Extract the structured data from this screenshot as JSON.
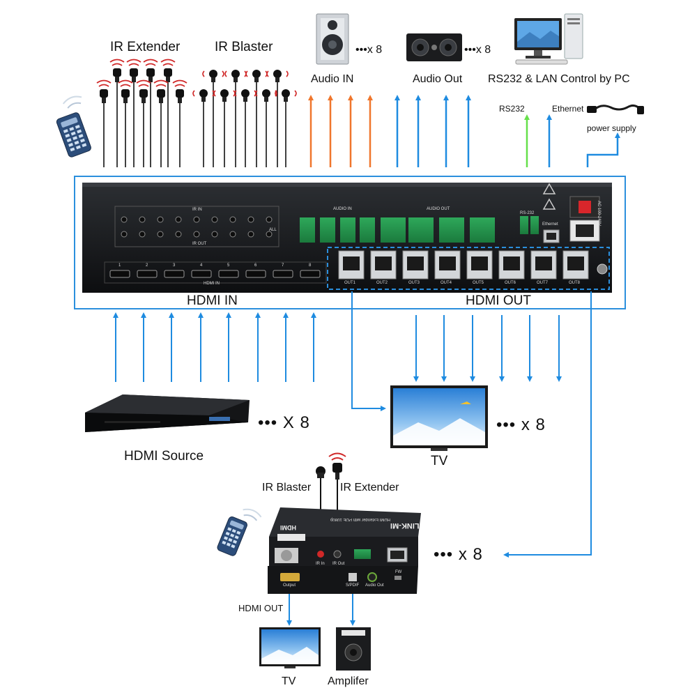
{
  "labels": {
    "ir_extender": "IR Extender",
    "ir_blaster": "IR Blaster",
    "audio_in": "Audio IN",
    "audio_out": "Audio Out",
    "pc_control": "RS232 & LAN Control by PC",
    "rs232": "RS232",
    "ethernet": "Ethernet",
    "power_supply": "power supply",
    "hdmi_in": "HDMI IN",
    "hdmi_out": "HDMI OUT",
    "hdmi_source": "HDMI Source",
    "tv": "TV",
    "rx_ir_blaster": "IR Blaster",
    "rx_ir_extender": "IR Extender",
    "rx_hdmi_out": "HDMI OUT",
    "rx_tv": "TV",
    "amplifier": "Amplifer"
  },
  "multipliers": {
    "speaker": "x 8",
    "audio_out": "x 8",
    "source": "X 8",
    "tv": "x 8",
    "receiver": "x 8"
  },
  "panel": {
    "ir_in": "IR IN",
    "ir_out": "IR OUT",
    "audio_in": "AUDIO IN",
    "audio_out": "AUDIO OUT",
    "hdmi_in": "HDMI IN",
    "all": "ALL",
    "ethernet": "Ethernet",
    "rs232": "RS-232",
    "ac": "AC 100-240V",
    "ports": [
      "1",
      "2",
      "3",
      "4",
      "5",
      "6",
      "7",
      "8"
    ],
    "outs": [
      "OUT1",
      "OUT2",
      "OUT3",
      "OUT4",
      "OUT5",
      "OUT6",
      "OUT7",
      "OUT8"
    ]
  },
  "receiver": {
    "brand": "LINK-MI",
    "model": "HDMI Extender with POE 1080p",
    "ir_in": "IR In",
    "ir_out": "IR Out",
    "output": "Output",
    "spdif": "S/PDIF",
    "audio_out": "Audio Out",
    "fw": "FW"
  },
  "colors": {
    "blue_arrow": "#1e8be0",
    "orange_arrow": "#f0762c",
    "green_arrow": "#66e04a",
    "device": "#1d1f22"
  }
}
